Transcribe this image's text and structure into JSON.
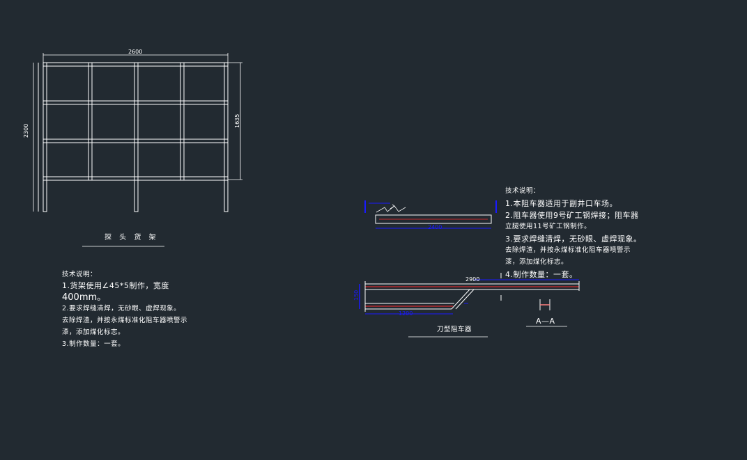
{
  "colors": {
    "background": "#222a31",
    "line": "#ffffff",
    "accent_blue": "#1a1aff",
    "accent_red": "#ff2a2a"
  },
  "rack": {
    "dim_width": "2600",
    "dim_total_height": "2300",
    "dim_grid_height": "1635",
    "title": "探 头 货 架",
    "notes": [
      "技术说明：",
      "1.货架使用∠45*5制作，宽度",
      "400mm。",
      "2.要求焊缝清焊，无砂眼、虚焊现象。",
      "去除焊渣，并按永煤标准化阻车器喷警示",
      "漆，添加煤化标志。",
      "3.制作数量：一套。"
    ]
  },
  "stopper": {
    "dim_length": "2400",
    "dim_side": "150",
    "dim_top": "2900",
    "dim_bottom": "1200",
    "section_label": "A—A",
    "title": "刀型阻车器",
    "notes": [
      "技术说明：",
      "1.本阻车器适用于副井口车场。",
      "2.阻车器使用9号矿工钢焊接；阻车器",
      "立腿使用11号矿工钢制作。",
      "3.要求焊缝清焊，无砂眼、虚焊现象。",
      "去除焊渣，并按永煤标准化阻车器喷警示",
      "漆，添加煤化标志。",
      "4.制作数量：一套。"
    ]
  }
}
